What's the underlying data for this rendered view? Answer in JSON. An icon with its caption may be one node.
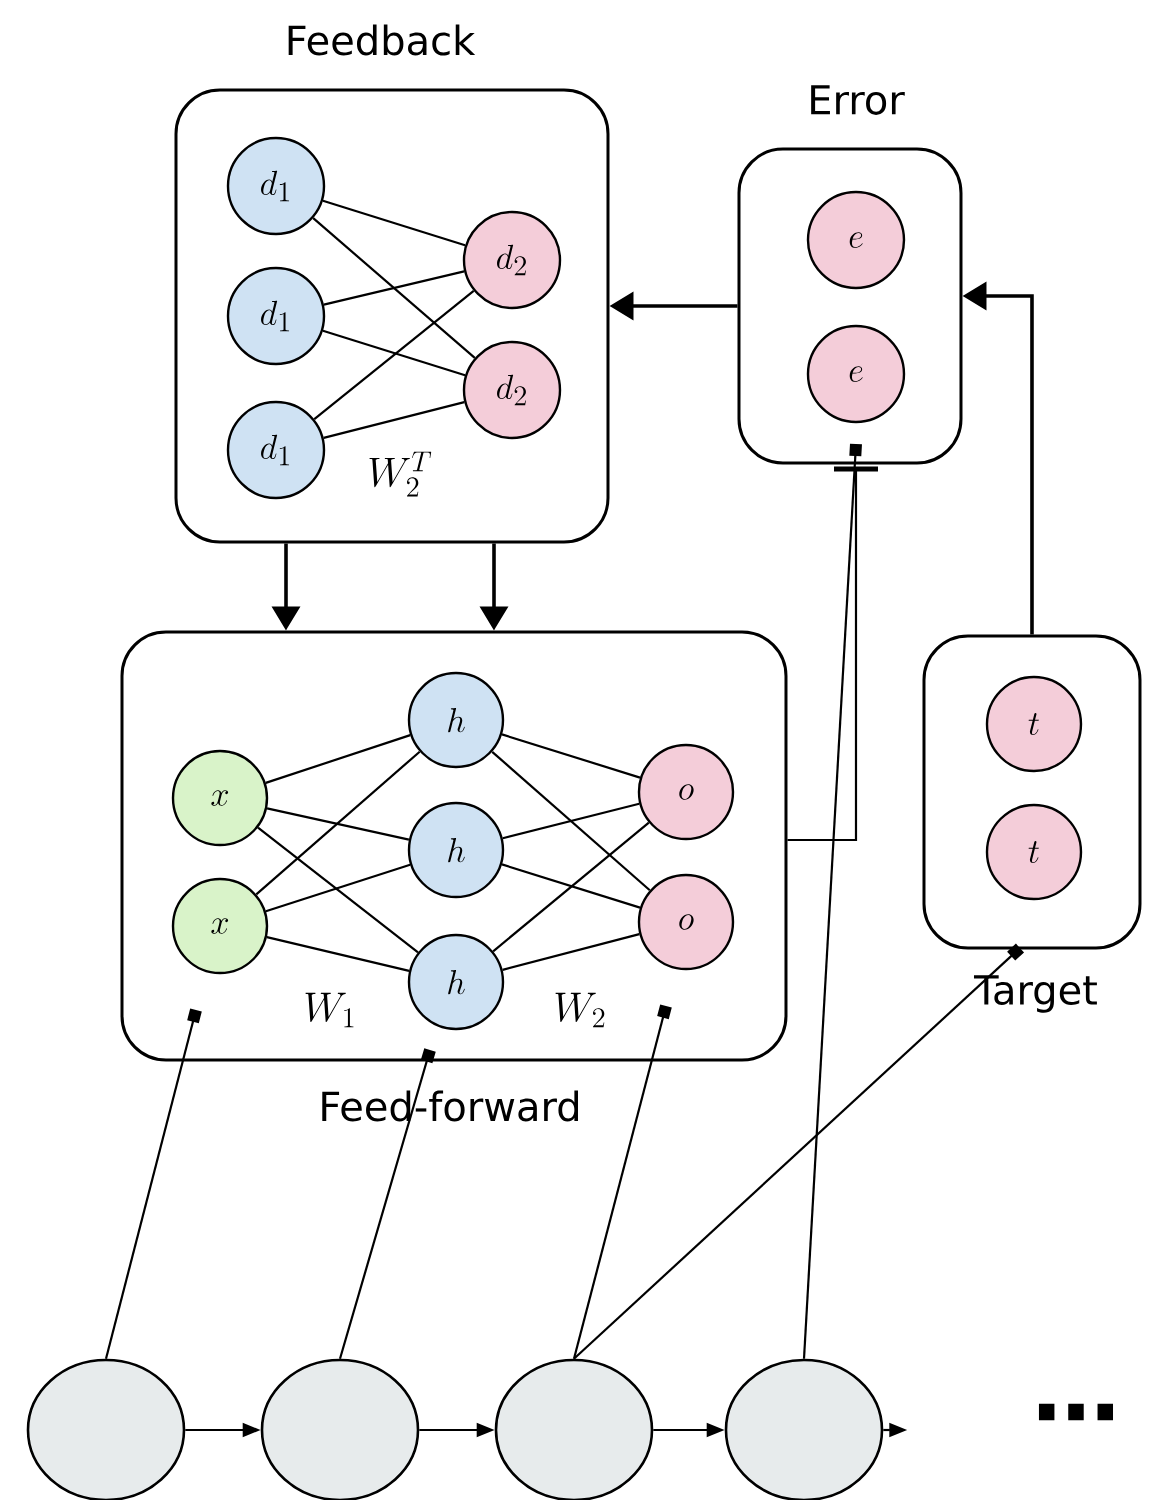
{
  "diagram": {
    "nodes": [
      {
        "text": [
          "Feedback"
        ]
      },
      {
        "text": [
          "d_1"
        ],
        "in": 0
      },
      {
        "text": [
          "d_1"
        ],
        "in": 0
      },
      {
        "text": [
          "d_1"
        ],
        "in": 0
      },
      {
        "text": [
          "d_2"
        ],
        "in": 0
      },
      {
        "text": [
          "d_2"
        ],
        "in": 0
      },
      {
        "text": [
          "Error"
        ]
      },
      {
        "text": [
          "e"
        ],
        "in": 6
      },
      {
        "text": [
          "e"
        ],
        "in": 6
      },
      {
        "text": [
          "Feed-forward"
        ]
      },
      {
        "text": [
          "x"
        ],
        "in": 9
      },
      {
        "text": [
          "x"
        ],
        "in": 9
      },
      {
        "text": [
          "h"
        ],
        "in": 9
      },
      {
        "text": [
          "h"
        ],
        "in": 9
      },
      {
        "text": [
          "h"
        ],
        "in": 9
      },
      {
        "text": [
          "o"
        ],
        "in": 9
      },
      {
        "text": [
          "o"
        ],
        "in": 9
      },
      {
        "text": [
          "Target"
        ]
      },
      {
        "text": [
          "t"
        ],
        "in": 17
      },
      {
        "text": [
          "t"
        ],
        "in": 17
      },
      {
        "text": [],
        "shape": "circle"
      },
      {
        "text": [],
        "shape": "circle"
      },
      {
        "text": [],
        "shape": "circle"
      },
      {
        "text": [],
        "shape": "circle"
      }
    ],
    "edges": [
      {
        "from": 1,
        "to": 4,
        "arrow": "none"
      },
      {
        "from": 1,
        "to": 5,
        "arrow": "none"
      },
      {
        "from": 2,
        "to": 4,
        "arrow": "none"
      },
      {
        "from": 2,
        "to": 5,
        "arrow": "none"
      },
      {
        "from": 3,
        "to": 4,
        "arrow": "none"
      },
      {
        "from": 3,
        "to": 5,
        "arrow": "none"
      },
      {
        "from": 10,
        "to": 12,
        "arrow": "none"
      },
      {
        "from": 10,
        "to": 13,
        "arrow": "none"
      },
      {
        "from": 10,
        "to": 14,
        "arrow": "none"
      },
      {
        "from": 11,
        "to": 12,
        "arrow": "none"
      },
      {
        "from": 11,
        "to": 13,
        "arrow": "none"
      },
      {
        "from": 11,
        "to": 14,
        "arrow": "none"
      },
      {
        "from": 12,
        "to": 15,
        "arrow": "none"
      },
      {
        "from": 12,
        "to": 16,
        "arrow": "none"
      },
      {
        "from": 13,
        "to": 15,
        "arrow": "none"
      },
      {
        "from": 13,
        "to": 16,
        "arrow": "none"
      },
      {
        "from": 14,
        "to": 15,
        "arrow": "none"
      },
      {
        "from": 14,
        "to": 16,
        "arrow": "none"
      },
      {
        "from": 6,
        "to": 0,
        "arrow": "to"
      },
      {
        "from": 17,
        "to": 6,
        "arrow": "to"
      },
      {
        "from": 0,
        "to": 9,
        "arrow": "to"
      },
      {
        "from": 0,
        "to": 9,
        "arrow": "to"
      },
      {
        "from": 9,
        "to": 6,
        "arrow": "other"
      },
      {
        "from": 20,
        "to": 9,
        "arrow": "other"
      },
      {
        "from": 21,
        "to": 9,
        "arrow": "other"
      },
      {
        "from": 22,
        "to": 9,
        "arrow": "other"
      },
      {
        "from": 22,
        "to": 17,
        "arrow": "other"
      },
      {
        "from": 23,
        "to": 6,
        "arrow": "other"
      },
      {
        "from": 20,
        "to": 21,
        "arrow": "to"
      },
      {
        "from": 21,
        "to": 22,
        "arrow": "to"
      },
      {
        "from": 22,
        "to": 23,
        "arrow": "to"
      },
      {
        "from": 23,
        "to": null,
        "arrow": "to"
      }
    ],
    "labels": [
      "W_2^T",
      "W_1",
      "W_2",
      "…"
    ]
  }
}
